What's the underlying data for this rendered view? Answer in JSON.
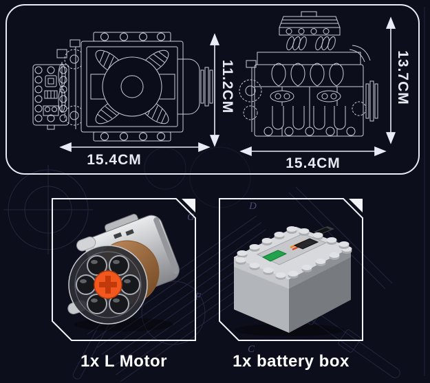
{
  "spec_panel": {
    "views": [
      {
        "id": "engine-front-view",
        "width_label": "15.4CM",
        "height_label": "11.2CM"
      },
      {
        "id": "engine-side-view",
        "width_label": "15.4CM",
        "height_label": "13.7CM"
      }
    ]
  },
  "parts": [
    {
      "id": "l-motor",
      "label": "1x L Motor"
    },
    {
      "id": "battery-box",
      "label": "1x  battery box"
    }
  ],
  "background_annotations": {
    "letters": [
      "G",
      "F",
      "D",
      "C"
    ]
  },
  "colors": {
    "background": "#0d0e1b",
    "blueprint_line": "#5d66a0",
    "panel_border": "#e9ecf4",
    "text": "#ffffff",
    "motor_axle_orange": "#f2581e",
    "motor_copper": "#b5794b",
    "battery_green": "#22a24c",
    "battery_stripe_orange": "#f0861c",
    "battery_stripe_red": "#e2441f"
  }
}
